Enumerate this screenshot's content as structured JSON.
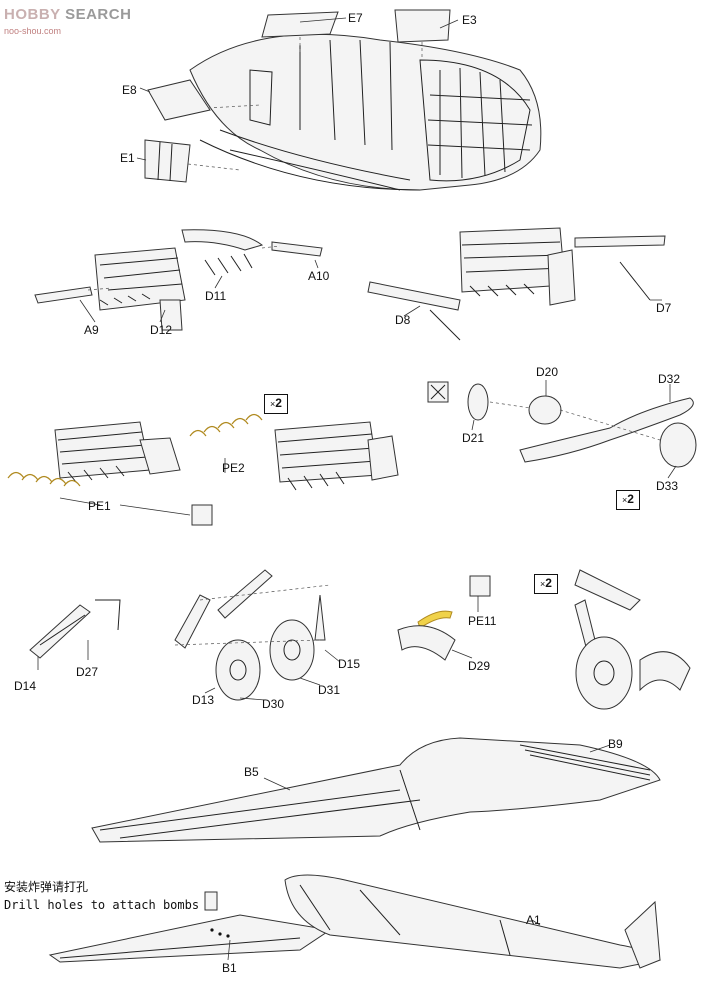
{
  "watermark": {
    "brand_left": "HOBBY",
    "brand_right": " SEARCH",
    "site": "noo-shou.com"
  },
  "note": {
    "zh": "安装炸弹请打孔",
    "en": "Drill holes to attach bombs"
  },
  "badges": {
    "x2": "x2"
  },
  "labels": {
    "E7": "E7",
    "E3": "E3",
    "E8": "E8",
    "E1": "E1",
    "A10": "A10",
    "D11": "D11",
    "A9": "A9",
    "D12": "D12",
    "D7": "D7",
    "D8": "D8",
    "D20": "D20",
    "D32": "D32",
    "D21": "D21",
    "D33": "D33",
    "PE2": "PE2",
    "PE1": "PE1",
    "D14": "D14",
    "D27": "D27",
    "D13": "D13",
    "D30": "D30",
    "D31": "D31",
    "D15": "D15",
    "PE11": "PE11",
    "D29": "D29",
    "B5": "B5",
    "B9": "B9",
    "A1": "A1",
    "B1": "B1"
  }
}
